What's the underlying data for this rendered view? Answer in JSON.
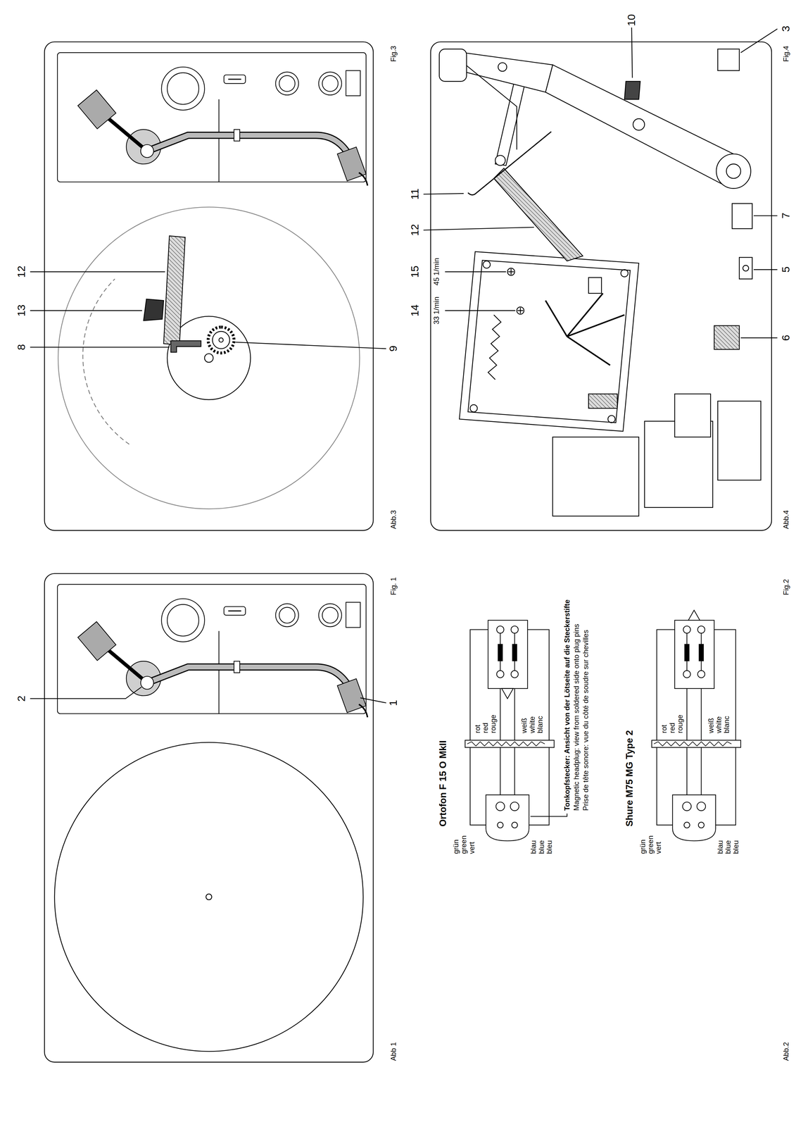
{
  "diagram": {
    "labels": [
      "2",
      "1",
      "Abb 1",
      "Fig. 1",
      "12",
      "13",
      "8",
      "9",
      "Abb.3",
      "Fig.3",
      "Ortofon F 15 O MkII",
      "grün green vert",
      "rot red rouge",
      "weiß white blanc",
      "blau blue bleu",
      "Tonkopfstecker: Ansicht von der Lötseite auf die Steckerstifte",
      "Magnetic headplug: view from soldered side onto plug pins",
      "Prise de tête sonore: vue du côté de soudre sur chevilles",
      "Shure M75 MG Type 2",
      "grün green vert",
      "rot red rouge",
      "weiß white blanc",
      "blau blue bleu",
      "Abb.2",
      "Fig.2",
      "14",
      "33 1/min",
      "15",
      "45 1/min",
      "12",
      "11",
      "10",
      "6",
      "5",
      "7",
      "3",
      "Abb.4",
      "Fig.4"
    ]
  }
}
